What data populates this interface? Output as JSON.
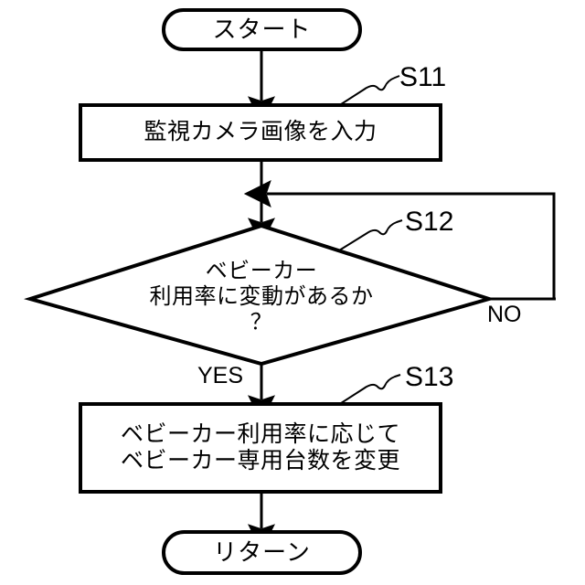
{
  "diagram": {
    "type": "flowchart",
    "title": "",
    "language": "ja",
    "nodes": {
      "start": {
        "shape": "terminal",
        "label": "スタート"
      },
      "s11": {
        "shape": "process",
        "tag": "S11",
        "label": "監視カメラ画像を入力"
      },
      "s12": {
        "shape": "decision",
        "tag": "S12",
        "line1": "ベビーカー",
        "line2": "利用率に変動があるか",
        "line3": "？"
      },
      "s13": {
        "shape": "process",
        "tag": "S13",
        "line1": "ベビーカー利用率に応じて",
        "line2": "ベビーカー専用台数を変更"
      },
      "end": {
        "shape": "terminal",
        "label": "リターン"
      }
    },
    "branches": {
      "yes": "YES",
      "no": "NO"
    },
    "colors": {
      "stroke": "#000000",
      "fill": "#ffffff",
      "text": "#000000",
      "background": "#ffffff"
    }
  }
}
